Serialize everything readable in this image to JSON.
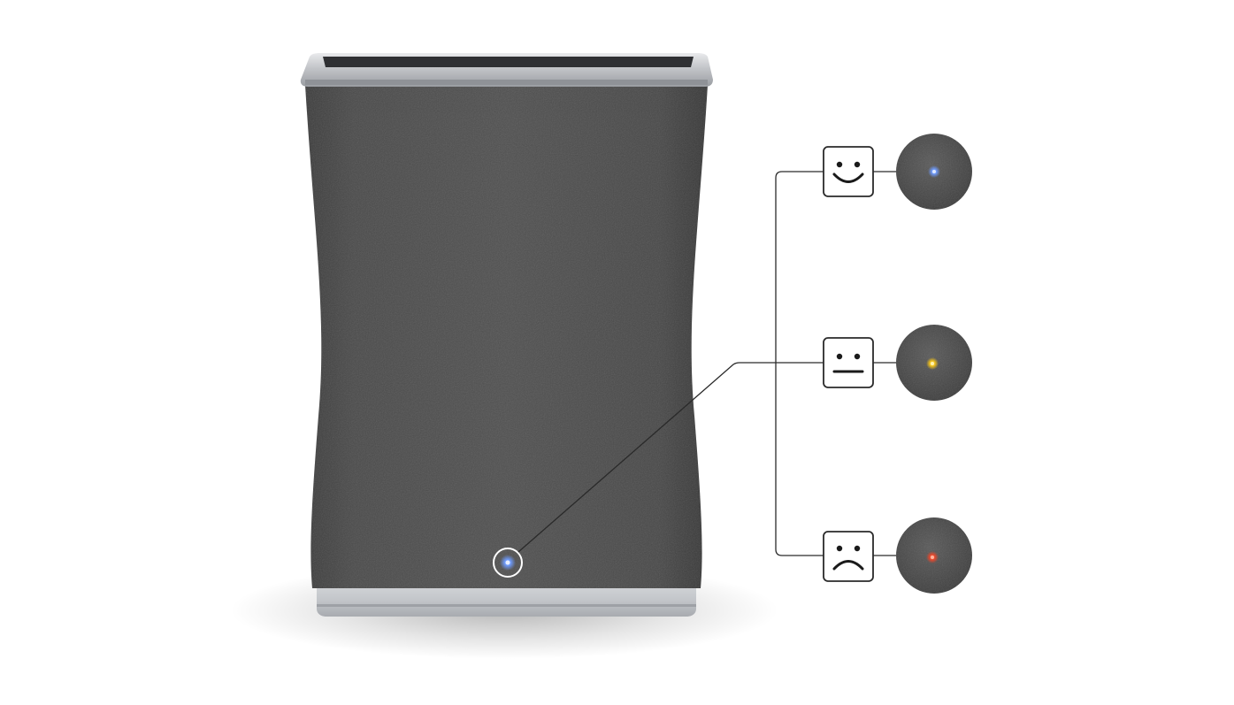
{
  "colors": {
    "background": "#ffffff",
    "fabric": "#4a4a4a",
    "frame": "#c9cbcf",
    "line": "#2a2a2a",
    "indicator_good": "#5b8cff",
    "indicator_fair": "#f2c21b",
    "indicator_poor": "#e8472b"
  },
  "device": {
    "name": "air-purifier",
    "indicator_color": "#6fa0ff"
  },
  "legend": [
    {
      "state": "good",
      "face_icon": "smiley-happy-icon",
      "light_color": "#5b8cff"
    },
    {
      "state": "fair",
      "face_icon": "smiley-neutral-icon",
      "light_color": "#f2c21b"
    },
    {
      "state": "poor",
      "face_icon": "smiley-sad-icon",
      "light_color": "#e8472b"
    }
  ]
}
